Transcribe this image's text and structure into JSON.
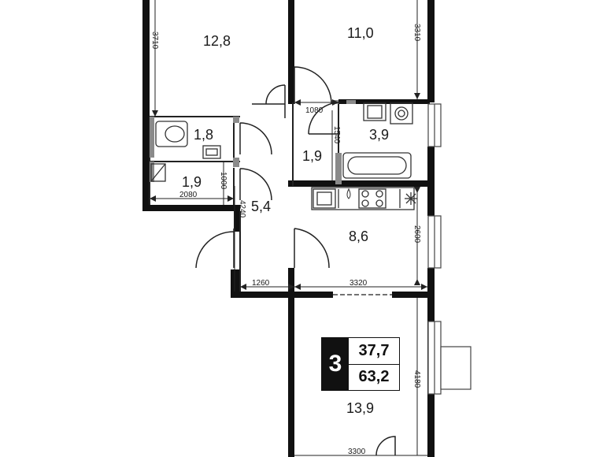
{
  "plan": {
    "rooms": [
      {
        "id": "room-12-8",
        "label": "12,8"
      },
      {
        "id": "room-11-0",
        "label": "11,0"
      },
      {
        "id": "room-1-8",
        "label": "1,8"
      },
      {
        "id": "room-3-9",
        "label": "3,9"
      },
      {
        "id": "room-1-9-a",
        "label": "1,9"
      },
      {
        "id": "room-1-9-b",
        "label": "1,9"
      },
      {
        "id": "room-5-4",
        "label": "5,4"
      },
      {
        "id": "room-8-6",
        "label": "8,6"
      },
      {
        "id": "room-13-9",
        "label": "13,9"
      }
    ],
    "dimensions": {
      "d3710": "3710",
      "d3310": "3310",
      "d1080": "1080",
      "d1540": "1540",
      "d2080": "2080",
      "d1000": "1000",
      "d4240": "4240",
      "d2600": "2600",
      "d1260": "1260",
      "d3320": "3320",
      "d4180": "4180",
      "d3300": "3300"
    },
    "summary": {
      "rooms_count": "3",
      "living_area": "37,7",
      "total_area": "63,2"
    }
  },
  "colors": {
    "wall": "#111111",
    "line": "#222222",
    "background": "#ffffff"
  }
}
